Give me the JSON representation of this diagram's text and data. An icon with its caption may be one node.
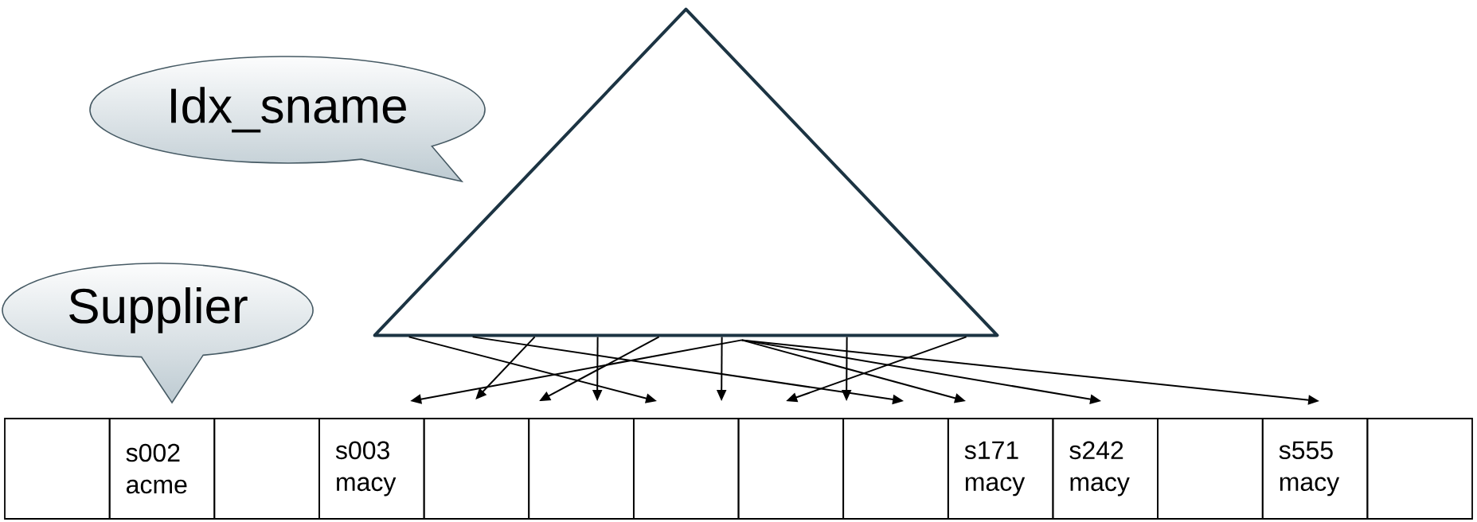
{
  "diagram": {
    "nodes": [
      {
        "text": [
          "Idx_sname"
        ]
      },
      {
        "text": [],
        "shape": "triangle"
      },
      {
        "text": [
          "Supplier"
        ]
      },
      {
        "text": [],
        "shape": "box"
      },
      {
        "text": [
          "s002",
          "acme"
        ]
      },
      {
        "text": [],
        "shape": "box"
      },
      {
        "text": [
          "s003",
          "macy"
        ]
      },
      {
        "text": [],
        "shape": "box"
      },
      {
        "text": [],
        "shape": "box"
      },
      {
        "text": [],
        "shape": "box"
      },
      {
        "text": [],
        "shape": "box"
      },
      {
        "text": [],
        "shape": "box"
      },
      {
        "text": [
          "s171",
          "macy"
        ]
      },
      {
        "text": [
          "s242",
          "macy"
        ]
      },
      {
        "text": [],
        "shape": "box"
      },
      {
        "text": [
          "s555",
          "macy"
        ]
      },
      {
        "text": [],
        "shape": "box"
      }
    ],
    "edges": [
      {
        "from": 1,
        "to": 9,
        "arrow": "to"
      },
      {
        "from": 1,
        "to": 11,
        "arrow": "to"
      },
      {
        "from": 1,
        "to": 7,
        "arrow": "to"
      },
      {
        "from": 1,
        "to": 8,
        "arrow": "to"
      },
      {
        "from": 1,
        "to": 8,
        "arrow": "to"
      },
      {
        "from": 1,
        "to": 9,
        "arrow": "to"
      },
      {
        "from": 1,
        "to": 6,
        "arrow": "to"
      },
      {
        "from": 1,
        "to": 12,
        "arrow": "to"
      },
      {
        "from": 1,
        "to": 13,
        "arrow": "to"
      },
      {
        "from": 1,
        "to": 15,
        "arrow": "to"
      },
      {
        "from": 1,
        "to": 11,
        "arrow": "to"
      },
      {
        "from": 1,
        "to": 10,
        "arrow": "to"
      }
    ]
  }
}
